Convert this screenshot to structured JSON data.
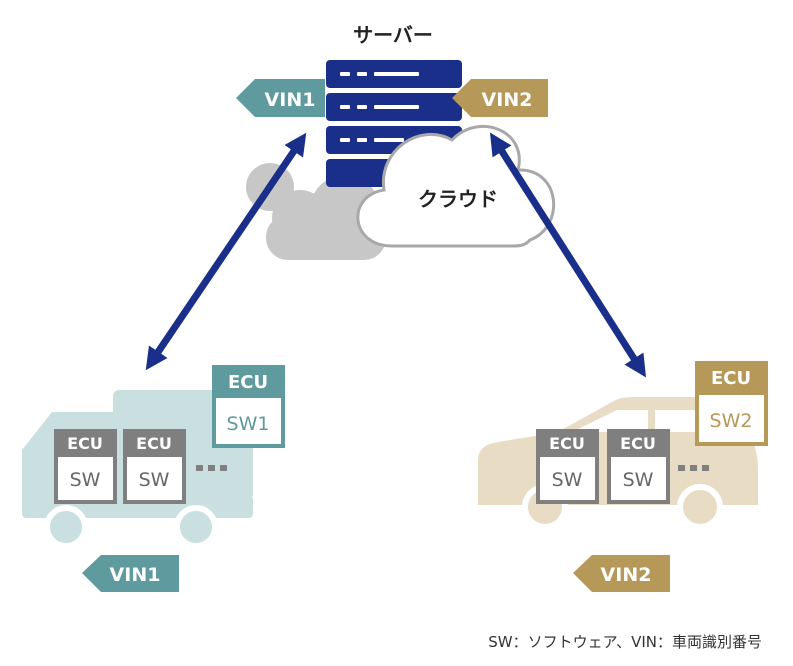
{
  "server": {
    "label": "サーバー",
    "tag_left": "VIN1",
    "tag_right": "VIN2"
  },
  "cloud": {
    "label": "クラウド"
  },
  "truck": {
    "ecu_main": {
      "label": "ECU",
      "sw": "SW1"
    },
    "ecus": [
      {
        "label": "ECU",
        "sw": "SW"
      },
      {
        "label": "ECU",
        "sw": "SW"
      }
    ],
    "more": "…",
    "vin": "VIN1"
  },
  "car": {
    "ecu_main": {
      "label": "ECU",
      "sw": "SW2"
    },
    "ecus": [
      {
        "label": "ECU",
        "sw": "SW"
      },
      {
        "label": "ECU",
        "sw": "SW"
      }
    ],
    "more": "…",
    "vin": "VIN2"
  },
  "caption": "SW：ソフトウェア、VIN：車両識別番号",
  "colors": {
    "navy": "#1a2f8a",
    "teal": "#5f9b9e",
    "gold": "#b69858",
    "truck_body": "#c9dfe0",
    "car_body": "#e8dcc5",
    "ecu_gray": "#7f7f7f",
    "cloud_gray": "#c7c7c7"
  }
}
